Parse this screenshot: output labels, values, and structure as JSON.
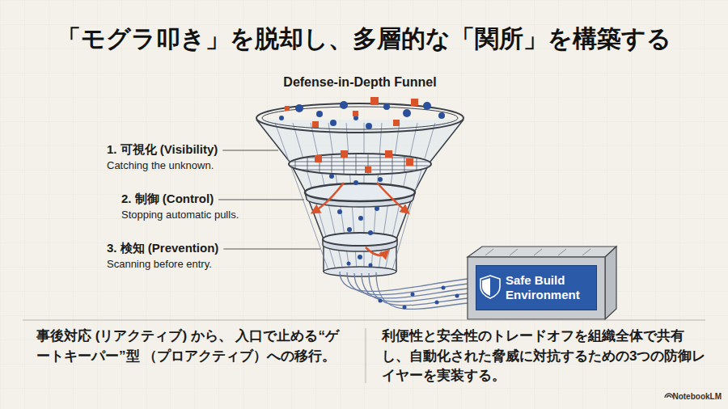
{
  "diagram": {
    "title": "「モグラ叩き」を脱却し、多層的な「関所」を構築する",
    "nodes": [
      {
        "text": [
          "Safe Build Environment"
        ]
      }
    ],
    "labels": [
      "Defense-in-Depth Funnel",
      "1. 可視化 (Visibility)",
      "Catching the unknown.",
      "2. 制御 (Control)",
      "Stopping automatic pulls.",
      "3. 検知 (Prevention)",
      "Scanning before entry.",
      "事後対応 (リアクティブ) から、 入口で止める“ゲートキーパー”型 （プロアクティブ）への移行。",
      "利便性と安全性のトレードオフを組織全体で共有し、自動化された脅威に対抗するための3つの防御レイヤーを実装する。",
      "NotebookLM"
    ]
  }
}
